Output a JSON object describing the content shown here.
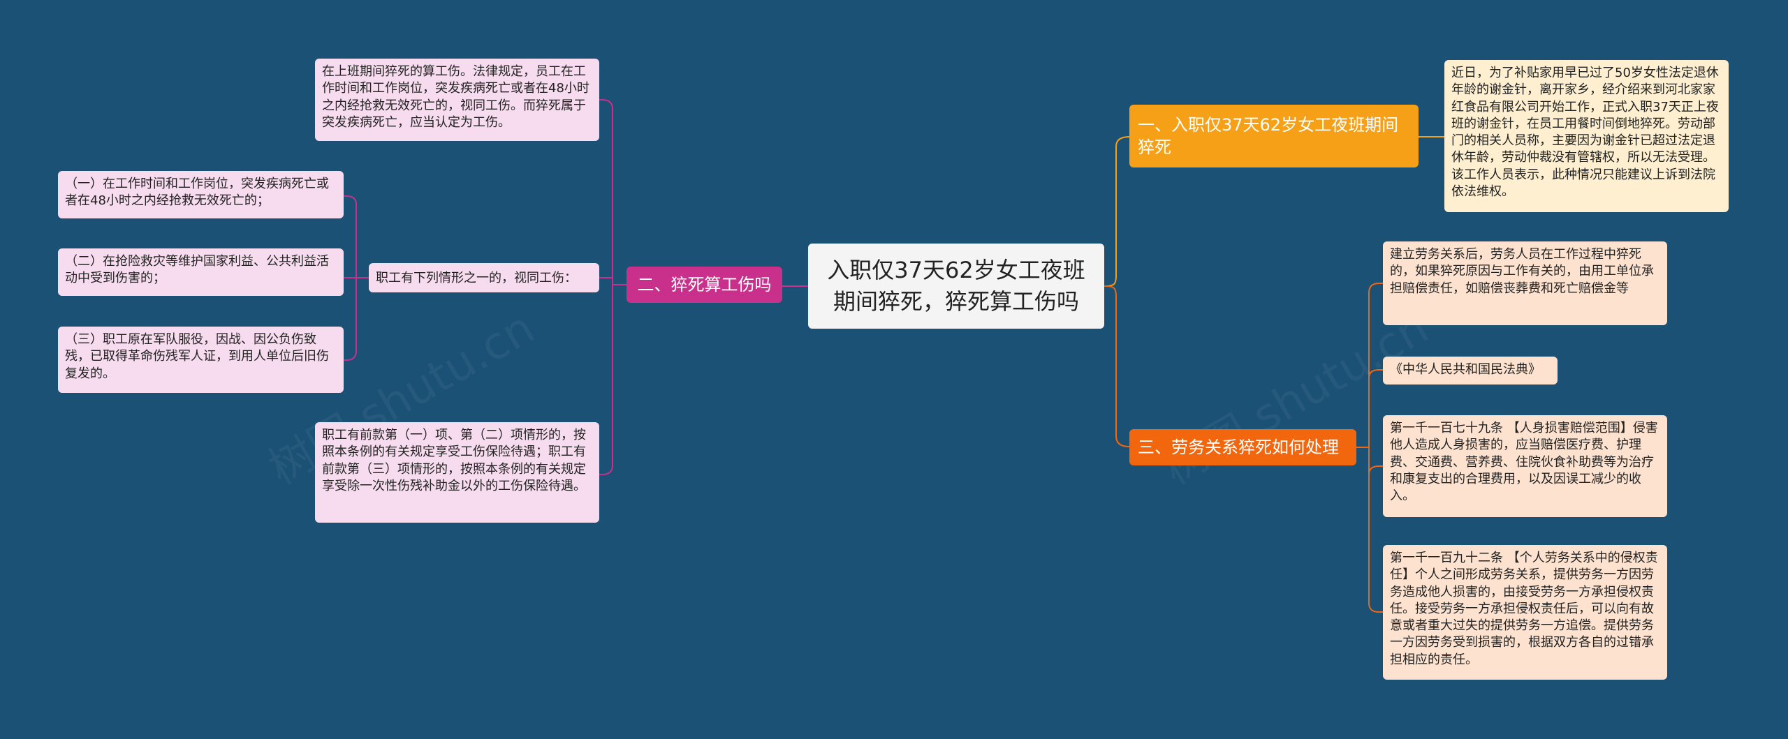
{
  "root": {
    "title": "入职仅37天62岁女工夜班期间猝死，猝死算工伤吗"
  },
  "branches": {
    "left": {
      "label": "二、猝死算工伤吗",
      "leaf_top": "在上班期间猝死的算工伤。法律规定，员工在工作时间和工作岗位，突发疾病死亡或者在48小时之内经抢救无效死亡的，视同工伤。而猝死属于突发疾病死亡，应当认定为工伤。",
      "mid": {
        "label": "职工有下列情形之一的，视同工伤：",
        "items": [
          "（一）在工作时间和工作岗位，突发疾病死亡或者在48小时之内经抢救无效死亡的；",
          "（二）在抢险救灾等维护国家利益、公共利益活动中受到伤害的；",
          "（三）职工原在军队服役，因战、因公负伤致残，已取得革命伤残军人证，到用人单位后旧伤复发的。"
        ]
      },
      "leaf_bottom": "职工有前款第（一）项、第（二）项情形的，按照本条例的有关规定享受工伤保险待遇；职工有前款第（三）项情形的，按照本条例的有关规定享受除一次性伤残补助金以外的工伤保险待遇。"
    },
    "right1": {
      "label": "一、入职仅37天62岁女工夜班期间猝死",
      "leaf": "近日，为了补贴家用早已过了50岁女性法定退休年龄的谢金针，离开家乡，经介绍来到河北家家红食品有限公司开始工作，正式入职37天正上夜班的谢金针，在员工用餐时间倒地猝死。劳动部门的相关人员称，主要因为谢金针已超过法定退休年龄，劳动仲裁没有管辖权，所以无法受理。该工作人员表示，此种情况只能建议上诉到法院依法维权。"
    },
    "right3": {
      "label": "三、劳务关系猝死如何处理",
      "leaves": [
        "建立劳务关系后，劳务人员在工作过程中猝死的，如果猝死原因与工作有关的，由用工单位承担赔偿责任，如赔偿丧葬费和死亡赔偿金等",
        "《中华人民共和国民法典》",
        "第一千一百七十九条 【人身损害赔偿范围】侵害他人造成人身损害的，应当赔偿医疗费、护理费、交通费、营养费、住院伙食补助费等为治疗和康复支出的合理费用，以及因误工减少的收入。",
        "第一千一百九十二条 【个人劳务关系中的侵权责任】个人之间形成劳务关系，提供劳务一方因劳务造成他人损害的，由接受劳务一方承担侵权责任。接受劳务一方承担侵权责任后，可以向有故意或者重大过失的提供劳务一方追偿。提供劳务一方因劳务受到损害的，根据双方各自的过错承担相应的责任。"
      ]
    }
  },
  "watermark": {
    "text": "树图 shutu.cn"
  },
  "colors": {
    "background": "#1b5174",
    "left_branch": "#c8308c",
    "right1_branch": "#f5a016",
    "right3_branch": "#f2670e"
  }
}
